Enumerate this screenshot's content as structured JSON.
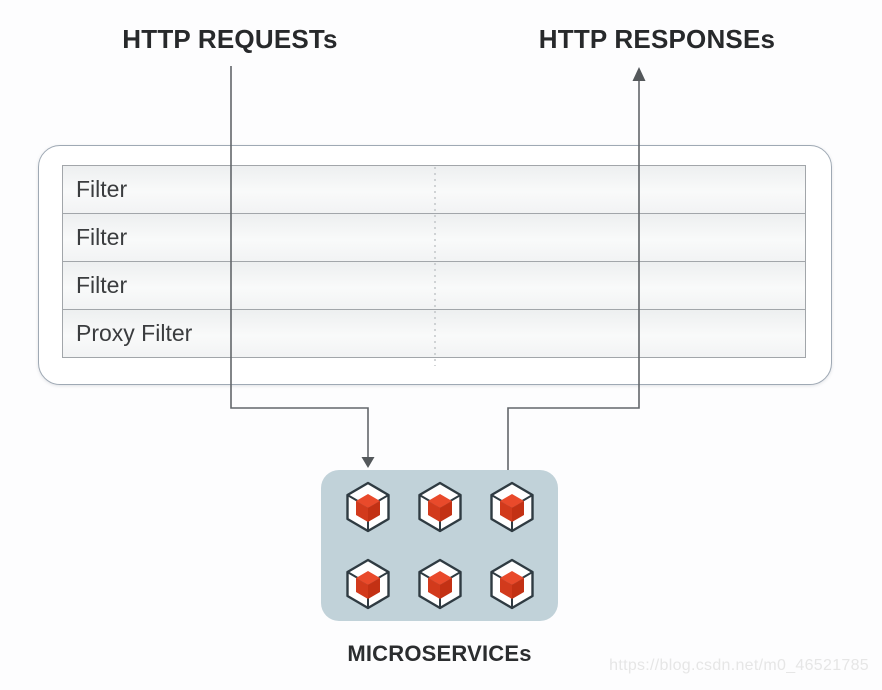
{
  "diagram": {
    "requests_title": "HTTP REQUESTs",
    "responses_title": "HTTP RESPONSEs",
    "filter_stack": {
      "rows": [
        "Filter",
        "Filter",
        "Filter",
        "Proxy Filter"
      ]
    },
    "microservices": {
      "label": "MICROSERVICEs",
      "cube_count": 6,
      "cube_icon": "red-3d-cube-in-hexagon"
    },
    "watermark": "https://blog.csdn.net/m0_46521785",
    "colors": {
      "cube_red_top": "#e94a2b",
      "cube_red_left": "#d23a1c",
      "cube_red_right": "#c33114",
      "cube_outline": "#2f3b42",
      "microservices_bg": "#c1d2d9",
      "connector_line": "#63676b",
      "box_border": "#9fa9b4"
    }
  }
}
